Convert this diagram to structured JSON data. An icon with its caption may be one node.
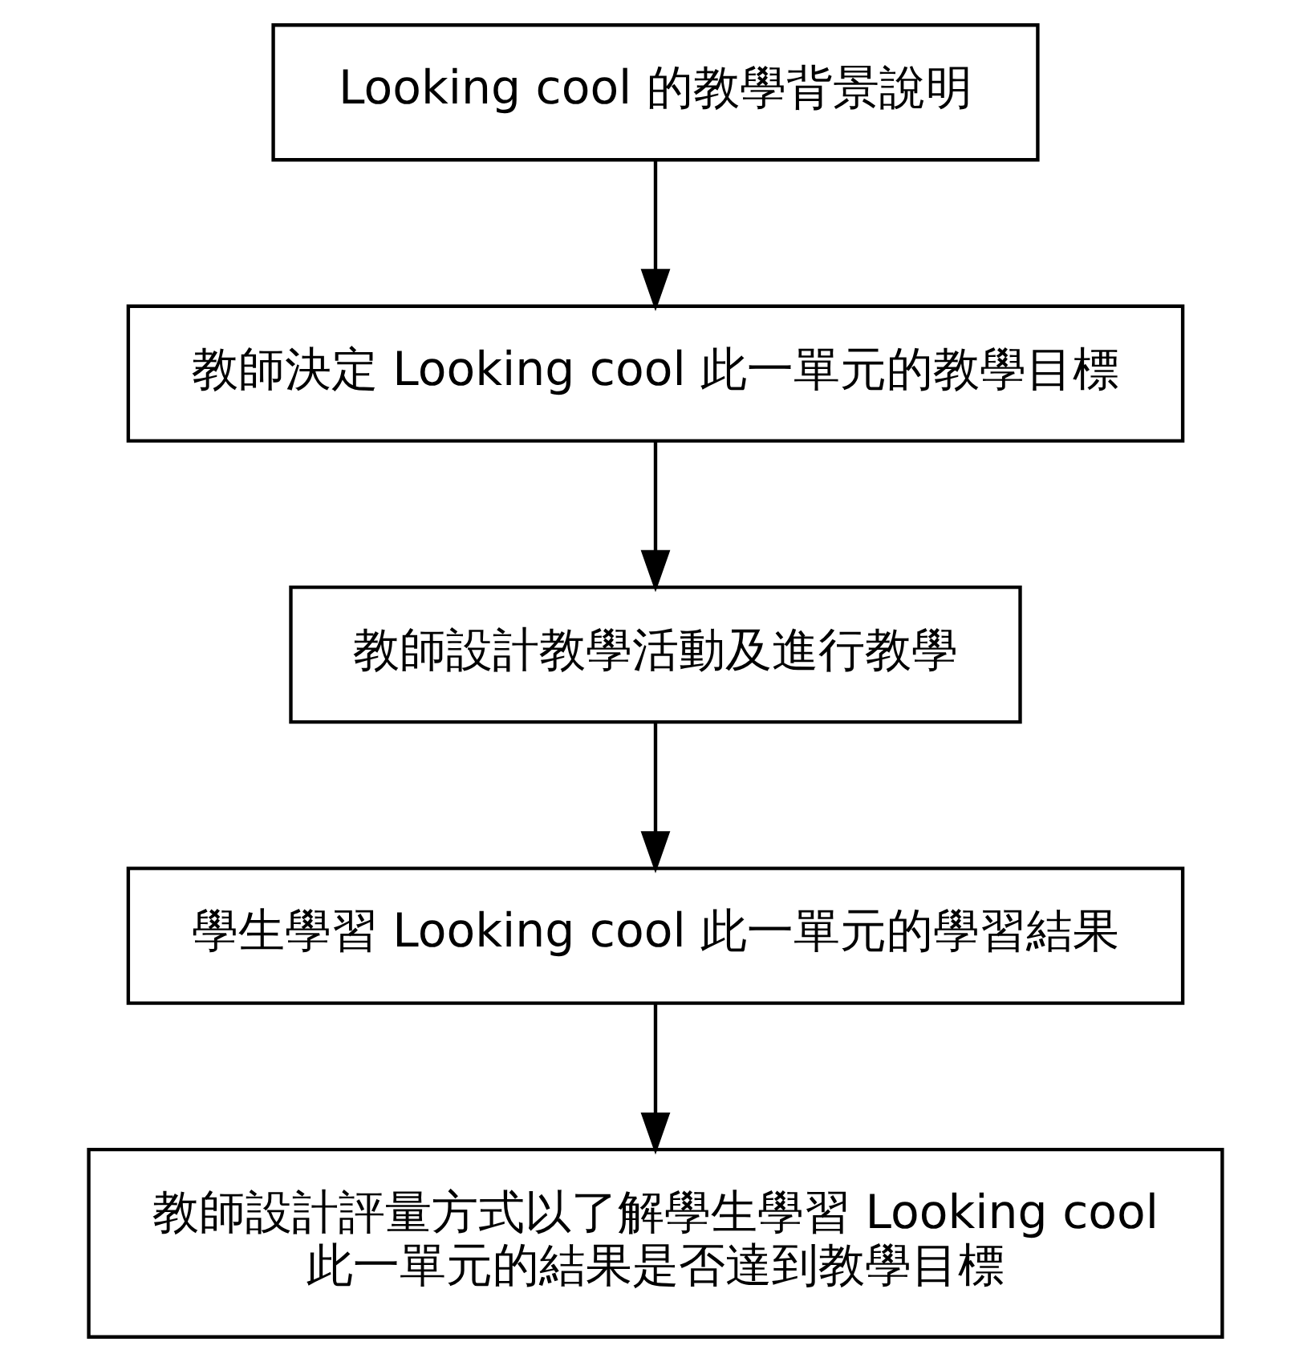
{
  "diagram": {
    "nodes": [
      {
        "text": [
          "Looking cool 的教學背景說明"
        ]
      },
      {
        "text": [
          "教師決定 Looking cool 此一單元的教學目標"
        ]
      },
      {
        "text": [
          "教師設計教學活動及進行教學"
        ]
      },
      {
        "text": [
          "學生學習 Looking cool 此一單元的學習結果"
        ]
      },
      {
        "text": [
          "教師設計評量方式以了解學生學習 Looking cool 此一單元的結果是否達到教學目標"
        ]
      }
    ],
    "edges": [
      {
        "from": 0,
        "to": 1,
        "arrow": "to"
      },
      {
        "from": 1,
        "to": 2,
        "arrow": "to"
      },
      {
        "from": 2,
        "to": 3,
        "arrow": "to"
      },
      {
        "from": 3,
        "to": 4,
        "arrow": "to"
      }
    ]
  }
}
